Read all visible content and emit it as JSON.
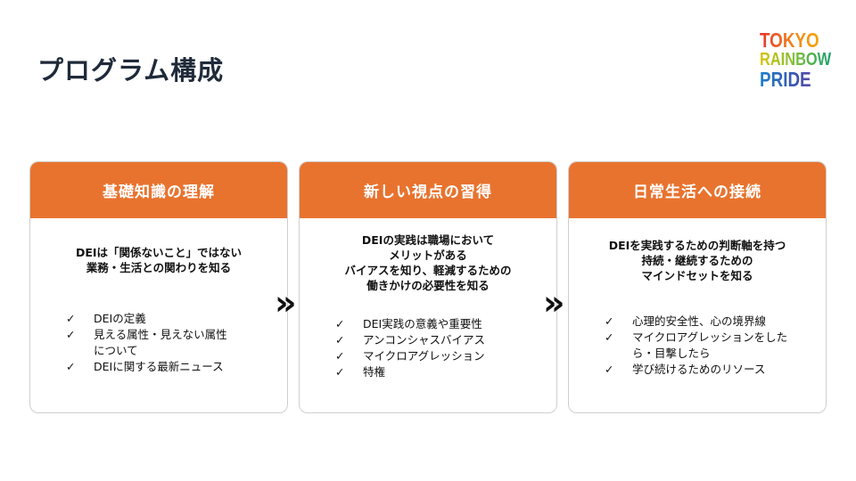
{
  "title": "プログラム構成",
  "logo": {
    "line1": "TOKYO",
    "line2": "RAINBOW",
    "line3": "PRIDE"
  },
  "cards": [
    {
      "header": "基礎知識の理解",
      "lead": [
        "DEIは「関係ないこと」ではない",
        "業務・生活との関わりを知る"
      ],
      "items": [
        "DEIの定義",
        "見える属性・見えない属性\nについて",
        "DEIに関する最新ニュース"
      ]
    },
    {
      "header": "新しい視点の習得",
      "lead": [
        "DEIの実践は職場において",
        "メリットがある",
        "バイアスを知り、軽減するための",
        "働きかけの必要性を知る"
      ],
      "items": [
        "DEI実践の意義や重要性",
        "アンコンシャスバイアス",
        "マイクロアグレッション",
        "特権"
      ]
    },
    {
      "header": "日常生活への接続",
      "lead": [
        "DEIを実践するための判断軸を持つ",
        "持続・継続するための",
        "マインドセットを知る"
      ],
      "items": [
        "心理的安全性、心の境界線",
        "マイクロアグレッションをした\nら・目撃したら",
        "学び続けるためのリソース"
      ]
    }
  ],
  "check": "✓",
  "arrow": "»",
  "colors": {
    "accent": "#e8732f"
  }
}
